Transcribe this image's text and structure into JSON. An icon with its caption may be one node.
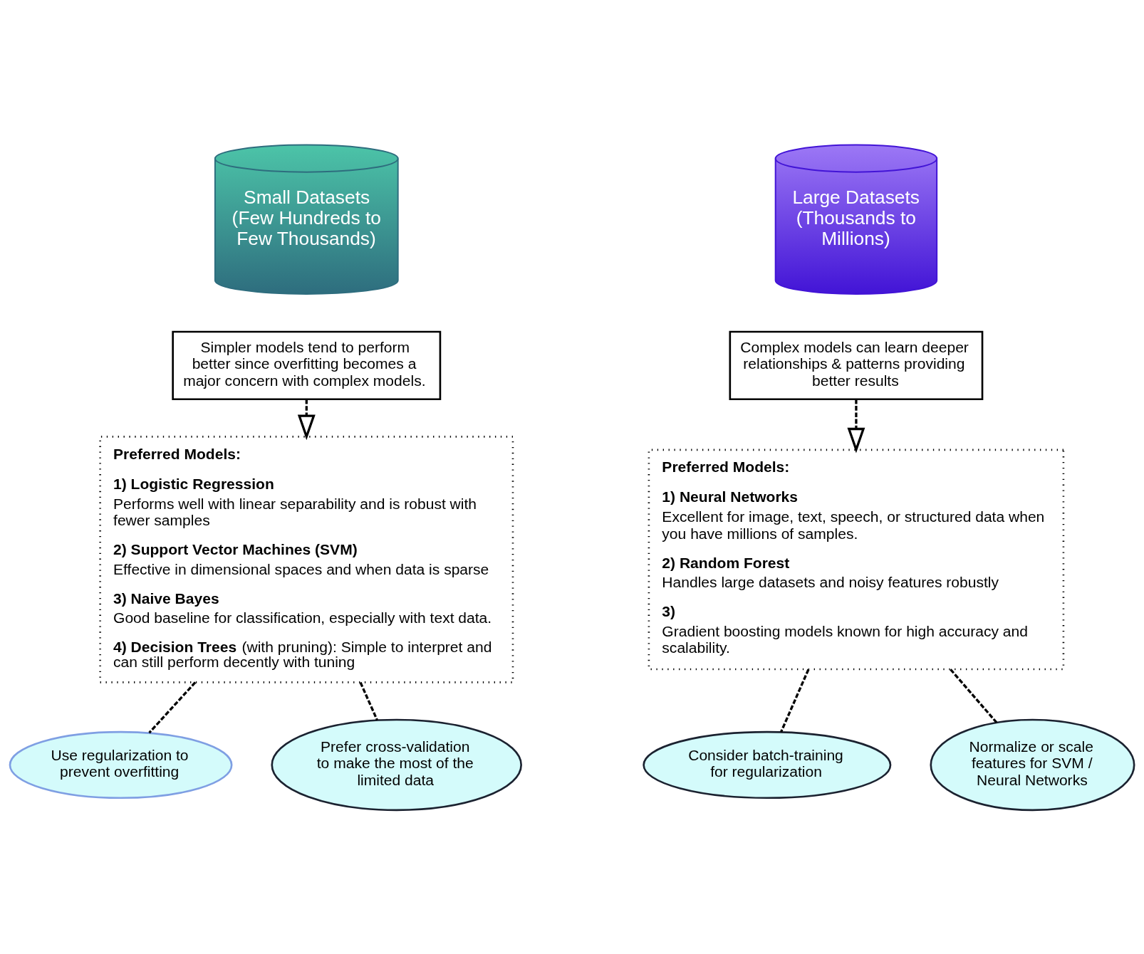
{
  "diagram": {
    "nodes": [
      {
        "text": [
          "Small Datasets (Few Hundreds to Few Thousands)"
        ]
      },
      {
        "text": [
          "Large Datasets (Thousands to Millions)"
        ]
      },
      {
        "text": [
          "Simpler models tend to perform better since overfitting becomes a major concern with complex models."
        ]
      },
      {
        "text": [
          "Complex models can learn deeper relationships & patterns providing better results"
        ]
      },
      {
        "text": [
          "Preferred Models:",
          "1) Logistic Regression",
          "Performs well with linear separability and is robust with fewer samples",
          "2) Support Vector Machines (SVM)",
          "Effective in dimensional spaces and when data is sparse",
          "3) Naive Bayes",
          "Good baseline for classification, especially with text data.",
          "**4) Decision Trees** (with pruning): Simple to interpret and can still perform decently with tuning"
        ]
      },
      {
        "text": [
          "Preferred Models:",
          "1) Neural Networks",
          "Excellent for image, text, speech, or structured data when you have millions of samples.",
          "2) Random Forest",
          "Handles large datasets and noisy features robustly",
          "3)",
          "Gradient boosting models known for high accuracy and scalability."
        ]
      },
      {
        "text": [
          "Use regularization to prevent overfitting"
        ]
      },
      {
        "text": [
          "Prefer cross-validation to make the most of the limited data"
        ]
      },
      {
        "text": [
          "Consider batch-training for regularization"
        ]
      },
      {
        "text": [
          "Normalize or scale features for SVM / Neural Networks"
        ]
      }
    ],
    "edges": [
      {
        "from": 2,
        "to": 4,
        "arrow": "to",
        "style": "dashed"
      },
      {
        "from": 3,
        "to": 5,
        "arrow": "to",
        "style": "dashed"
      },
      {
        "from": 4,
        "to": 6,
        "arrow": "none",
        "style": "dashed"
      },
      {
        "from": 4,
        "to": 7,
        "arrow": "none",
        "style": "dashed"
      },
      {
        "from": 5,
        "to": 8,
        "arrow": "none",
        "style": "dashed"
      },
      {
        "from": 5,
        "to": 9,
        "arrow": "none",
        "style": "dashed"
      }
    ]
  }
}
